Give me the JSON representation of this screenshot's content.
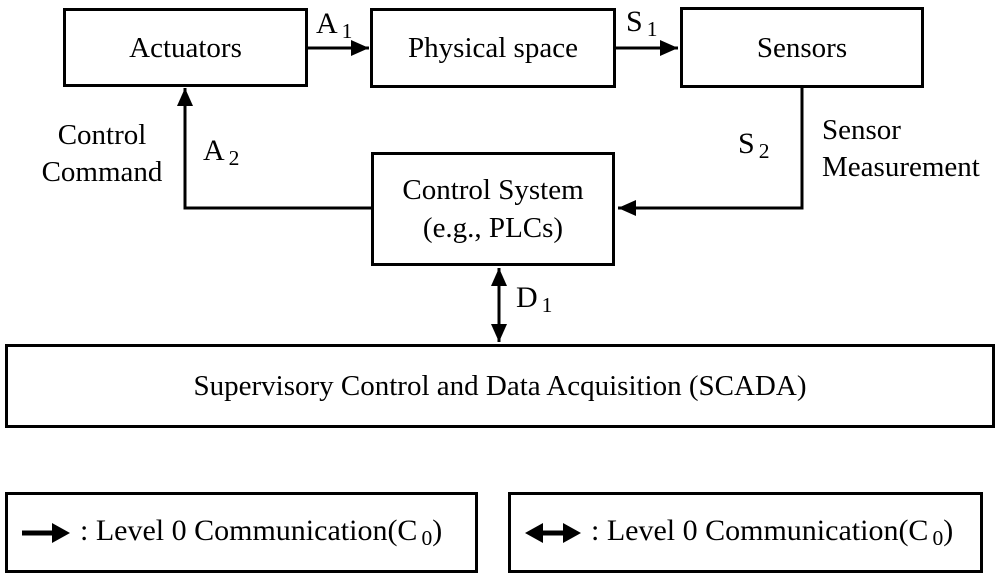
{
  "figure": {
    "boxes": {
      "actuators": "Actuators",
      "physical_space": "Physical space",
      "sensors": "Sensors",
      "control_system_line1": "Control System",
      "control_system_line2": "(e.g., PLCs)",
      "scada": "Supervisory Control and Data Acquisition (SCADA)"
    },
    "labels": {
      "a1_base": "A",
      "a1_sub": "1",
      "s1_base": "S",
      "s1_sub": "1",
      "a2_base": "A",
      "a2_sub": "2",
      "s2_base": "S",
      "s2_sub": "2",
      "d1_base": "D",
      "d1_sub": "1",
      "control_command_line1": "Control",
      "control_command_line2": "Command",
      "sensor_measurement_line1": "Sensor",
      "sensor_measurement_line2": "Measurement"
    },
    "legend": [
      {
        "icon": "right-arrow-icon",
        "text_prefix": ": Level 0 Communication(C",
        "text_sub": "0",
        "text_suffix": ")"
      },
      {
        "icon": "double-arrow-icon",
        "text_prefix": ": Level 0 Communication(C",
        "text_sub": "0",
        "text_suffix": ")"
      }
    ],
    "colors": {
      "line": "#000000",
      "background": "#ffffff",
      "text": "#000000"
    }
  }
}
